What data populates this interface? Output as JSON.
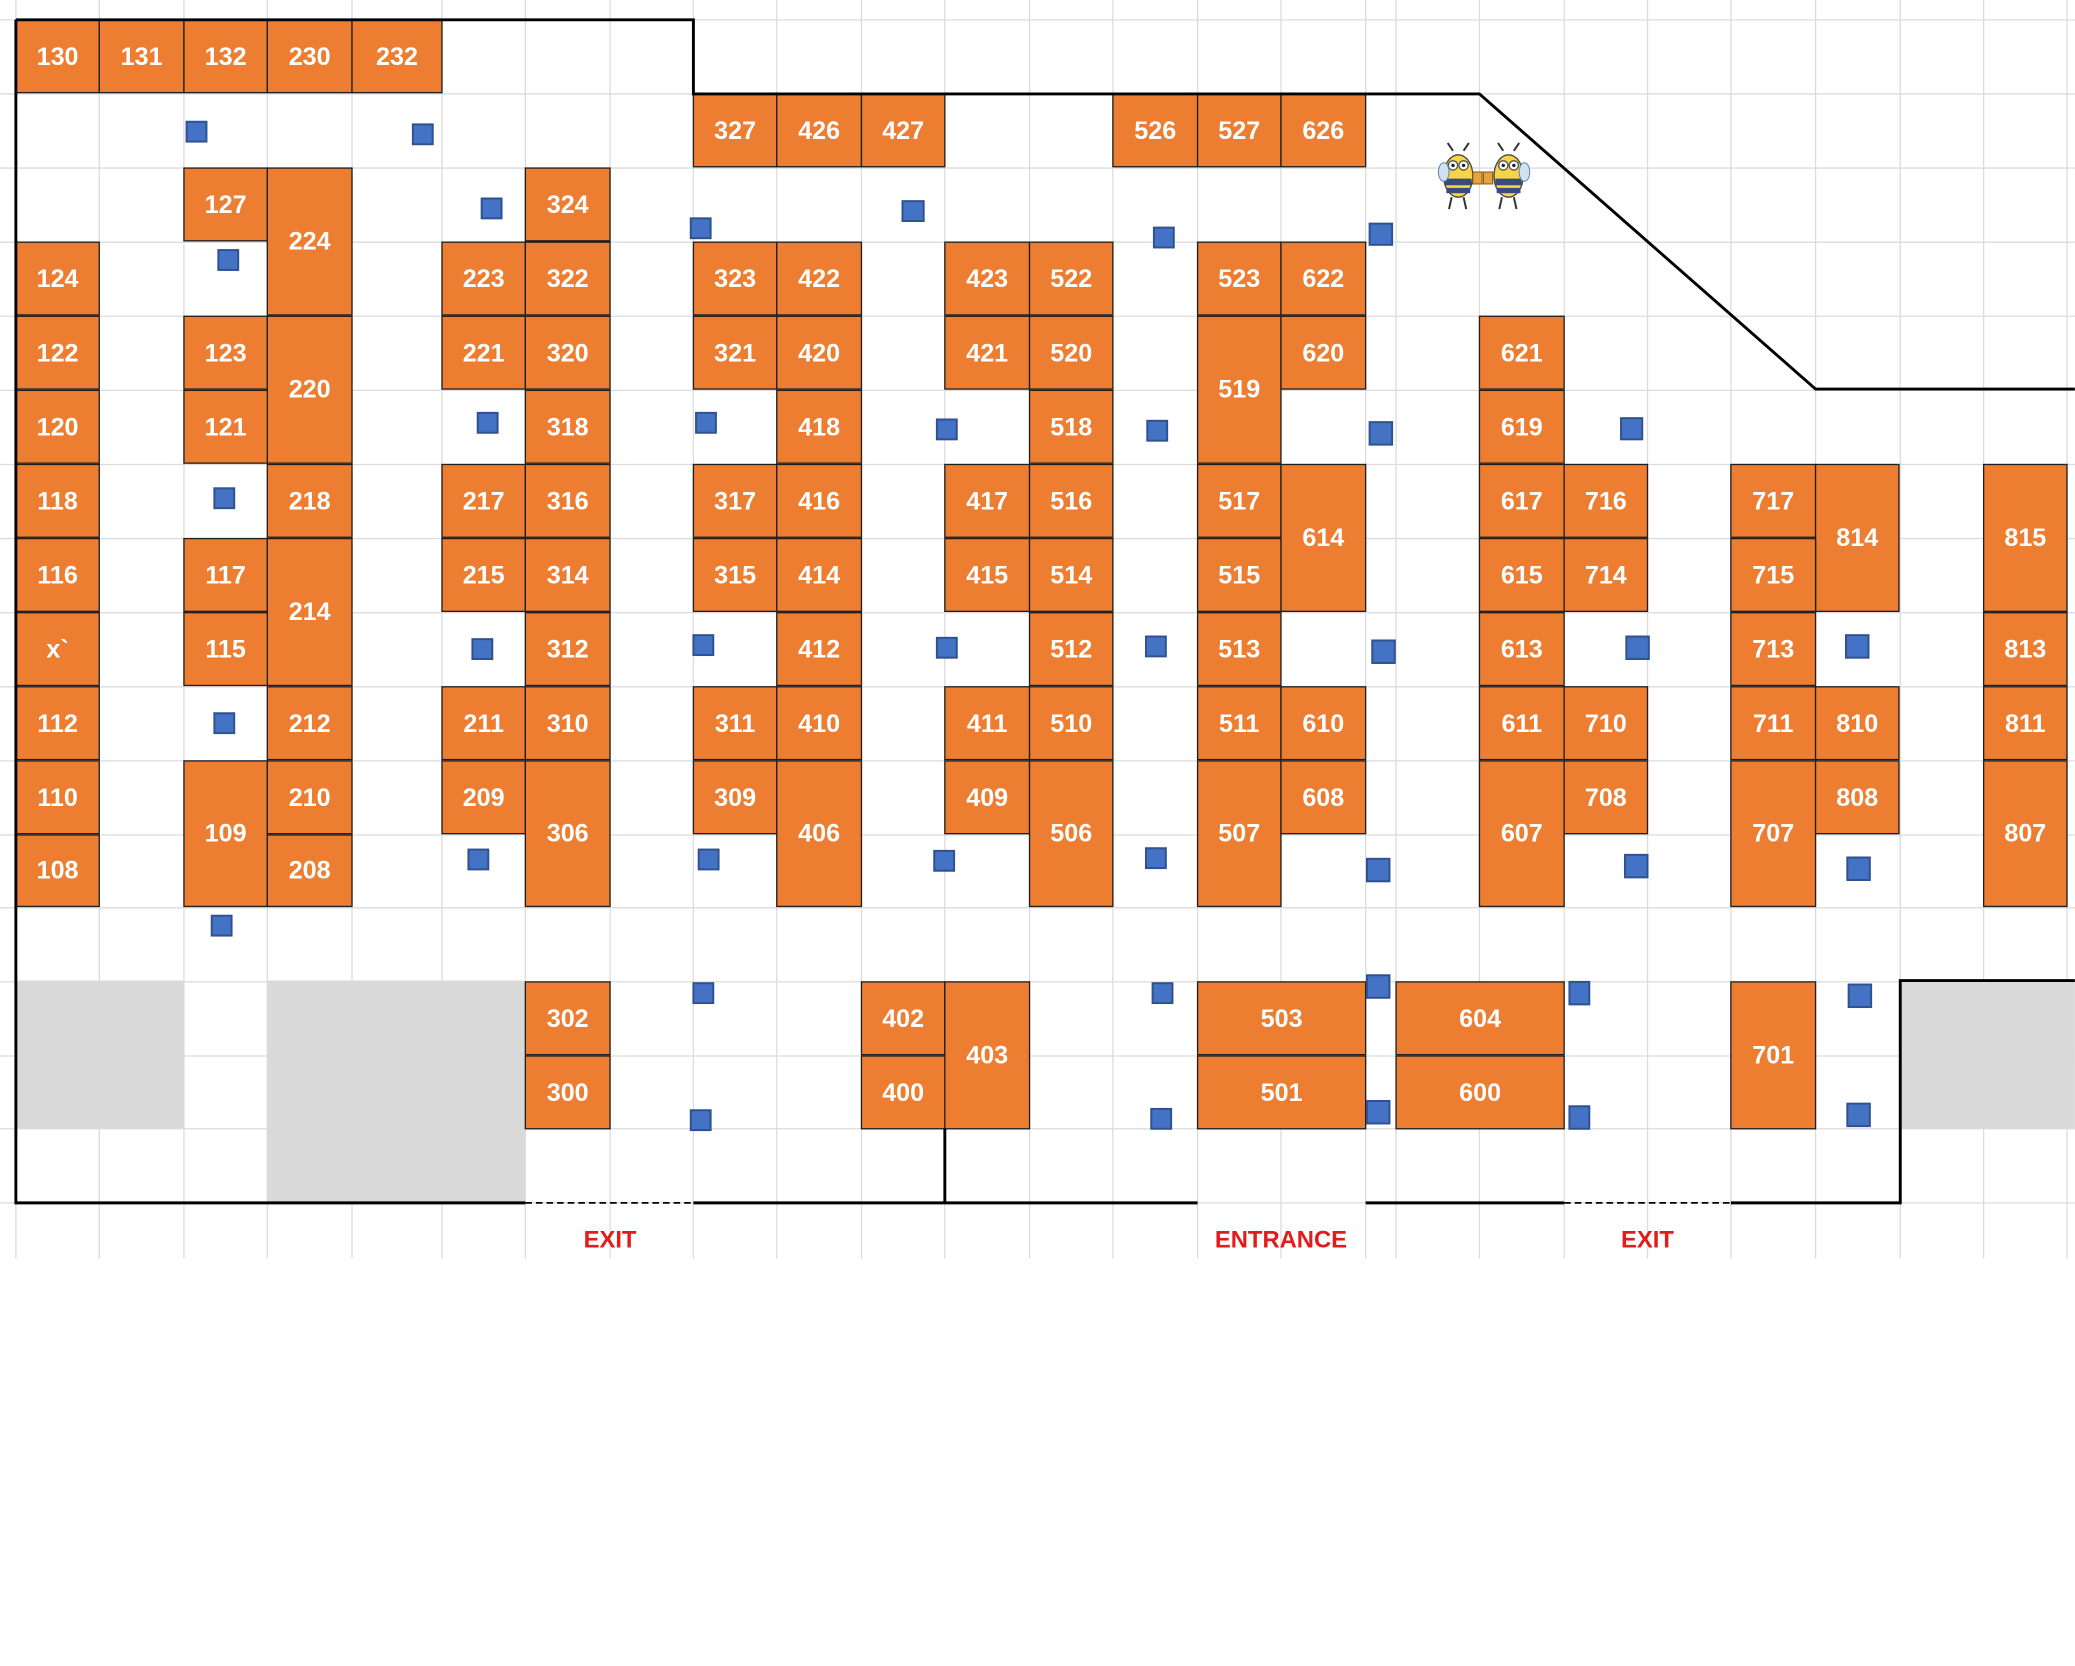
{
  "colors": {
    "booth_fill": "#ED7D31",
    "booth_text": "#FFFFFF",
    "marker_fill": "#4472C4",
    "gray_zone": "#D9D9D9",
    "door_label": "#E21B1B",
    "grid_line": "#DCDCDC"
  },
  "icons": {
    "mascot": "bee-mascots-toasting-icon",
    "marker": "blue-square-marker-icon"
  },
  "labels": {
    "exit_left": "EXIT",
    "entrance": "ENTRANCE",
    "exit_right": "EXIT"
  },
  "booths": [
    {
      "id": "130"
    },
    {
      "id": "131"
    },
    {
      "id": "132"
    },
    {
      "id": "230"
    },
    {
      "id": "232"
    },
    {
      "id": "327"
    },
    {
      "id": "426"
    },
    {
      "id": "427"
    },
    {
      "id": "526"
    },
    {
      "id": "527"
    },
    {
      "id": "626"
    },
    {
      "id": "127"
    },
    {
      "id": "224"
    },
    {
      "id": "324"
    },
    {
      "id": "124"
    },
    {
      "id": "223"
    },
    {
      "id": "322"
    },
    {
      "id": "323"
    },
    {
      "id": "422"
    },
    {
      "id": "423"
    },
    {
      "id": "522"
    },
    {
      "id": "523"
    },
    {
      "id": "622"
    },
    {
      "id": "122"
    },
    {
      "id": "123"
    },
    {
      "id": "220"
    },
    {
      "id": "221"
    },
    {
      "id": "320"
    },
    {
      "id": "321"
    },
    {
      "id": "420"
    },
    {
      "id": "421"
    },
    {
      "id": "520"
    },
    {
      "id": "519"
    },
    {
      "id": "620"
    },
    {
      "id": "621"
    },
    {
      "id": "120"
    },
    {
      "id": "121"
    },
    {
      "id": "318"
    },
    {
      "id": "418"
    },
    {
      "id": "518"
    },
    {
      "id": "619"
    },
    {
      "id": "118"
    },
    {
      "id": "218"
    },
    {
      "id": "217"
    },
    {
      "id": "316"
    },
    {
      "id": "317"
    },
    {
      "id": "416"
    },
    {
      "id": "417"
    },
    {
      "id": "516"
    },
    {
      "id": "517"
    },
    {
      "id": "614"
    },
    {
      "id": "617"
    },
    {
      "id": "716"
    },
    {
      "id": "717"
    },
    {
      "id": "814"
    },
    {
      "id": "815"
    },
    {
      "id": "116"
    },
    {
      "id": "117"
    },
    {
      "id": "214"
    },
    {
      "id": "215"
    },
    {
      "id": "314"
    },
    {
      "id": "315"
    },
    {
      "id": "414"
    },
    {
      "id": "415"
    },
    {
      "id": "514"
    },
    {
      "id": "515"
    },
    {
      "id": "615"
    },
    {
      "id": "714"
    },
    {
      "id": "715"
    },
    {
      "id": "x`"
    },
    {
      "id": "115"
    },
    {
      "id": "312"
    },
    {
      "id": "412"
    },
    {
      "id": "512"
    },
    {
      "id": "513"
    },
    {
      "id": "613"
    },
    {
      "id": "713"
    },
    {
      "id": "813"
    },
    {
      "id": "112"
    },
    {
      "id": "212"
    },
    {
      "id": "211"
    },
    {
      "id": "310"
    },
    {
      "id": "311"
    },
    {
      "id": "410"
    },
    {
      "id": "411"
    },
    {
      "id": "510"
    },
    {
      "id": "511"
    },
    {
      "id": "610"
    },
    {
      "id": "611"
    },
    {
      "id": "710"
    },
    {
      "id": "711"
    },
    {
      "id": "810"
    },
    {
      "id": "811"
    },
    {
      "id": "110"
    },
    {
      "id": "109"
    },
    {
      "id": "210"
    },
    {
      "id": "209"
    },
    {
      "id": "306"
    },
    {
      "id": "309"
    },
    {
      "id": "406"
    },
    {
      "id": "409"
    },
    {
      "id": "506"
    },
    {
      "id": "507"
    },
    {
      "id": "608"
    },
    {
      "id": "607"
    },
    {
      "id": "708"
    },
    {
      "id": "707"
    },
    {
      "id": "808"
    },
    {
      "id": "807"
    },
    {
      "id": "108"
    },
    {
      "id": "208"
    },
    {
      "id": "302"
    },
    {
      "id": "402"
    },
    {
      "id": "403"
    },
    {
      "id": "503"
    },
    {
      "id": "604"
    },
    {
      "id": "701"
    },
    {
      "id": "300"
    },
    {
      "id": "400"
    },
    {
      "id": "501"
    },
    {
      "id": "600"
    }
  ]
}
